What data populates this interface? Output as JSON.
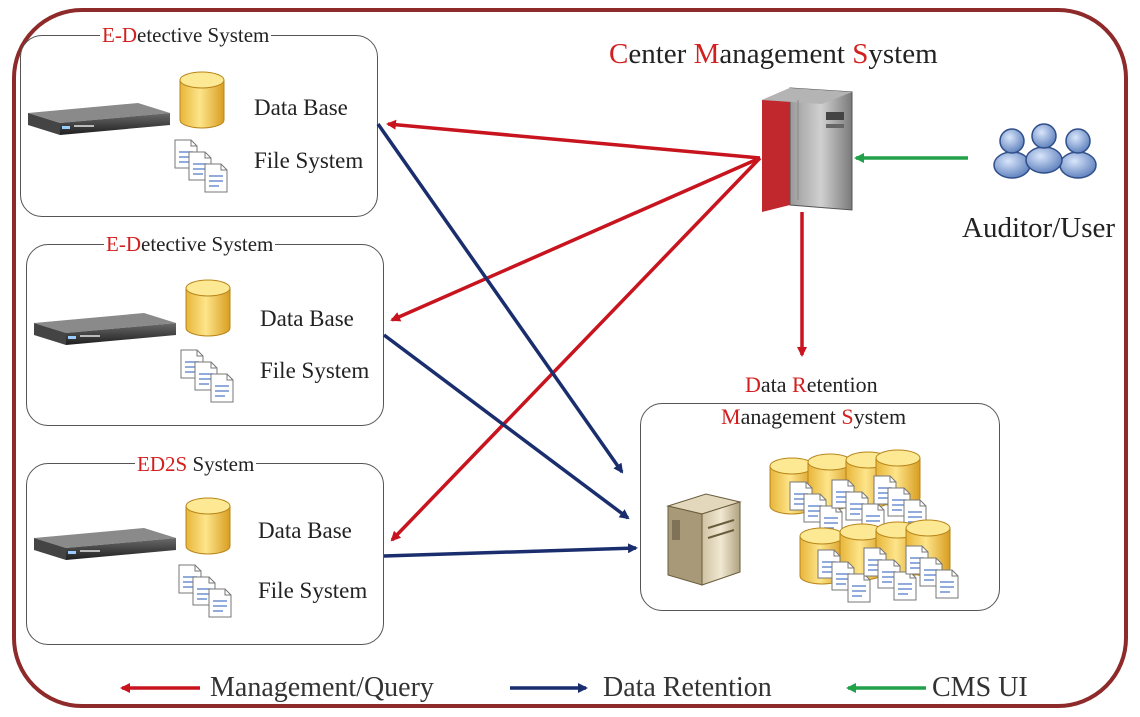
{
  "cms": {
    "title_parts": [
      {
        "t": "C",
        "accent": true
      },
      {
        "t": "enter ",
        "accent": false
      },
      {
        "t": "M",
        "accent": true
      },
      {
        "t": "anagement ",
        "accent": false
      },
      {
        "t": "S",
        "accent": true
      },
      {
        "t": "ystem",
        "accent": false
      }
    ],
    "icon": "mainframe-server-icon"
  },
  "auditor": {
    "label": "Auditor/User",
    "icon": "users-group-icon"
  },
  "systems": [
    {
      "title_accent": "E-D",
      "title_rest": "etective System",
      "db_label": "Data Base",
      "fs_label": "File System"
    },
    {
      "title_accent": "E-D",
      "title_rest": "etective System",
      "db_label": "Data Base",
      "fs_label": "File System"
    },
    {
      "title_accent": "ED2S",
      "title_rest": " System",
      "db_label": "Data Base",
      "fs_label": "File System"
    }
  ],
  "drms": {
    "line1_accent": "D",
    "line1_a": "ata ",
    "line1_accent2": "R",
    "line1_b": "etention",
    "line2_accent": "M",
    "line2_a": "anagement ",
    "line2_accent2": "S",
    "line2_b": "ystem",
    "icon": "tower-server-icon"
  },
  "legend": [
    {
      "label": "Management/Query",
      "color": "#c8141e"
    },
    {
      "label": "Data Retention",
      "color": "#1a2e6e"
    },
    {
      "label": "CMS UI",
      "color": "#22a04a"
    }
  ],
  "colors": {
    "frame": "#8e2a2a",
    "accent_text": "#d21f1f",
    "management_arrow": "#c8141e",
    "retention_arrow": "#1a2e6e",
    "ui_arrow": "#22a04a"
  }
}
